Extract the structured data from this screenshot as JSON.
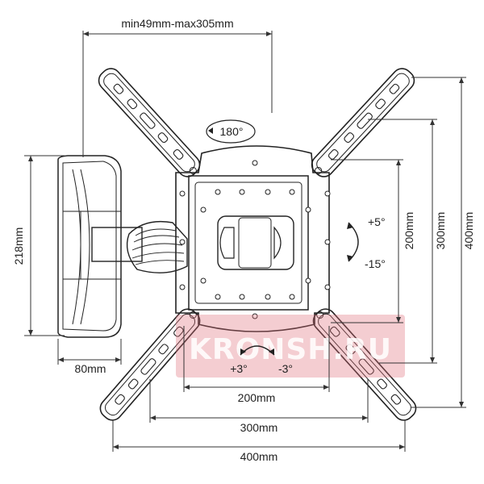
{
  "diagram": {
    "labels": {
      "top_range": "min49mm-max305mm",
      "swivel": "180°",
      "tilt_up": "+5°",
      "tilt_down": "-15°",
      "rotate_left": "+3°",
      "rotate_right": "-3°",
      "height_218": "218mm",
      "width_80": "80mm",
      "h_200": "200mm",
      "h_300": "300mm",
      "h_400": "400mm",
      "v_200": "200mm",
      "v_300": "300mm",
      "v_400": "400mm"
    },
    "watermark": "KRONSH.RU",
    "colors": {
      "line": "#222222",
      "watermark_bg": "#e0707a",
      "watermark_text": "#ffffff"
    }
  }
}
